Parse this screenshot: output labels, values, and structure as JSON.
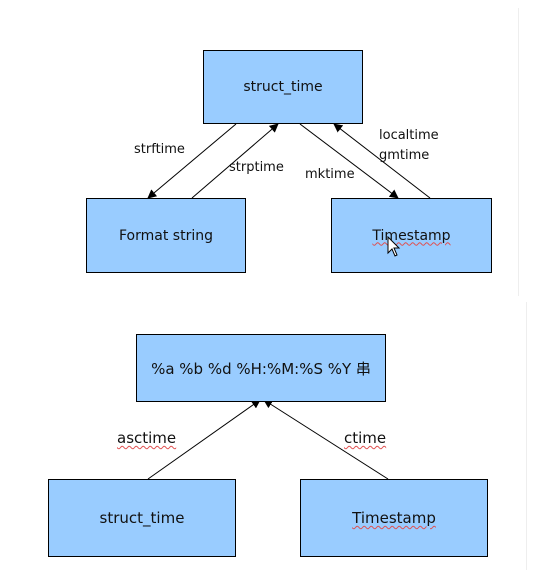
{
  "top_diagram": {
    "nodes": {
      "struct_time": "struct_time",
      "format_string": "Format string",
      "timestamp": "Timestamp"
    },
    "edges": {
      "strftime": "strftime",
      "strptime": "strptime",
      "mktime": "mktime",
      "localtime": "localtime",
      "gmtime": "gmtime"
    }
  },
  "bottom_diagram": {
    "nodes": {
      "format_output": "%a %b %d %H:%M:%S %Y 串",
      "struct_time": "struct_time",
      "timestamp": "Timestamp"
    },
    "edges": {
      "asctime": "asctime",
      "ctime": "ctime"
    }
  },
  "colors": {
    "node_fill": "#99ccff",
    "node_border": "#000000",
    "spellcheck_underline": "#e05050"
  }
}
